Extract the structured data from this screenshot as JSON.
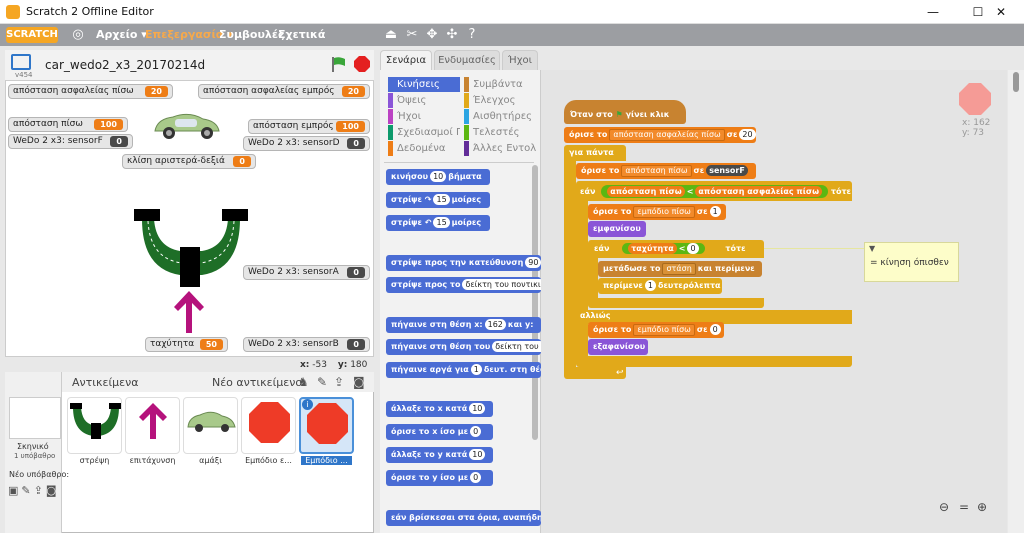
{
  "window": {
    "title": "Scratch 2 Offline Editor",
    "minimize": "—",
    "maximize": "☐",
    "close": "✕"
  },
  "menubar": {
    "logo": "SCRATCH",
    "file": "Αρχείο ▾",
    "edit": "Επεξεργασία ▾",
    "tips": "Συμβουλές",
    "about": "Σχετικά"
  },
  "stage_header": {
    "project_name": "car_wedo2_x3_20170214d",
    "version": "v454"
  },
  "monitors": [
    {
      "label": "απόσταση ασφαλείας πίσω",
      "value": "20",
      "kind": "or"
    },
    {
      "label": "απόσταση ασφαλείας εμπρός",
      "value": "20",
      "kind": "or"
    },
    {
      "label": "απόσταση πίσω",
      "value": "100",
      "kind": "or"
    },
    {
      "label": "απόσταση εμπρός",
      "value": "100",
      "kind": "or"
    },
    {
      "label": "WeDo 2 x3: sensorF",
      "value": "0",
      "kind": "dk"
    },
    {
      "label": "WeDo 2 x3: sensorD",
      "value": "0",
      "kind": "dk"
    },
    {
      "label": "κλίση αριστερά-δεξιά",
      "value": "0",
      "kind": "or"
    },
    {
      "label": "WeDo 2 x3: sensorA",
      "value": "0",
      "kind": "dk"
    },
    {
      "label": "ταχύτητα",
      "value": "50",
      "kind": "or"
    },
    {
      "label": "WeDo 2 x3: sensorB",
      "value": "0",
      "kind": "dk"
    }
  ],
  "coords": {
    "x_label": "x:",
    "x": "-53",
    "y_label": "y:",
    "y": "180"
  },
  "sprites_panel": {
    "title": "Αντικείμενα",
    "new_sprite": "Νέο αντικείμενο:",
    "stage_label": "Σκηνικό",
    "stage_sub": "1 υπόβαθρο",
    "new_backdrop": "Νέο υπόβαθρο:",
    "sprites": [
      "στρέψη",
      "επιτάχυνση",
      "αμάξι",
      "Εμπόδιο ε...",
      "Εμπόδιο ..."
    ]
  },
  "tabs": [
    "Σενάρια",
    "Ενδυμασίες",
    "Ήχοι"
  ],
  "categories": [
    {
      "label": "Κινήσεις",
      "color": "#4a6cd4"
    },
    {
      "label": "Συμβάντα",
      "color": "#c88330"
    },
    {
      "label": "Όψεις",
      "color": "#8a55d7"
    },
    {
      "label": "Έλεγχος",
      "color": "#e1a91a"
    },
    {
      "label": "Ήχοι",
      "color": "#bb42c3"
    },
    {
      "label": "Αισθητήρες",
      "color": "#2ca5e2"
    },
    {
      "label": "Σχεδιασμοί Πένα",
      "color": "#0e9a6c"
    },
    {
      "label": "Τελεστές",
      "color": "#5cb712"
    },
    {
      "label": "Δεδομένα",
      "color": "#ee7d16"
    },
    {
      "label": "Άλλες Εντολές",
      "color": "#632d99"
    }
  ],
  "palette_blocks": [
    {
      "pre": "κινήσου",
      "inp": "10",
      "post": "βήματα"
    },
    {
      "pre": "στρίψε ↷",
      "inp": "15",
      "post": "μοίρες"
    },
    {
      "pre": "στρίψε ↶",
      "inp": "15",
      "post": "μοίρες"
    },
    {
      "pre": "στρίψε προς την κατεύθυνση",
      "inp": "90",
      "post": ""
    },
    {
      "pre": "στρίψε προς το",
      "inp": "δείκτη του ποντικιού",
      "post": ""
    },
    {
      "pre": "πήγαινε στη θέση x:",
      "inp": "162",
      "post": "και y:"
    },
    {
      "pre": "πήγαινε στη θέση του",
      "inp": "δείκτη του ποντικιού",
      "post": ""
    },
    {
      "pre": "πήγαινε αργά για",
      "inp": "1",
      "post": "δευτ. στη θέση"
    },
    {
      "pre": "άλλαξε το x κατά",
      "inp": "10",
      "post": ""
    },
    {
      "pre": "όρισε το x ίσο με",
      "inp": "0",
      "post": ""
    },
    {
      "pre": "άλλαξε το y κατά",
      "inp": "10",
      "post": ""
    },
    {
      "pre": "όρισε το y ίσο με",
      "inp": "0",
      "post": ""
    },
    {
      "pre": "εάν βρίσκεσαι στα όρια, αναπήδησε",
      "inp": "",
      "post": ""
    }
  ],
  "script": {
    "hat": "Όταν στο",
    "hat_post": "γίνει κλικ",
    "set1_pre": "όρισε το",
    "set1_var": "απόσταση ασφαλείας πίσω",
    "set1_mid": "σε",
    "set1_val": "20",
    "forever": "για πάντα",
    "set2_pre": "όρισε το",
    "set2_var": "απόσταση πίσω",
    "set2_mid": "σε",
    "set2_rep": "sensorF",
    "if1": "εάν",
    "cond_left": "απόσταση πίσω",
    "lt": "<",
    "cond_right": "απόσταση ασφαλείας πίσω",
    "then": "τότε",
    "set3_pre": "όρισε το",
    "set3_var": "εμπόδιο πίσω",
    "set3_mid": "σε",
    "set3_val": "1",
    "show": "εμφανίσου",
    "if2": "εάν",
    "speed": "ταχύτητα",
    "lt2": "<",
    "speed_val": "0",
    "then2": "τότε",
    "broadcast_pre": "μετάδωσε το",
    "broadcast_msg": "στάση",
    "broadcast_post": "και περίμενε",
    "wait_pre": "περίμενε",
    "wait_val": "1",
    "wait_post": "δευτερόλεπτα",
    "else": "αλλιώς",
    "set4_pre": "όρισε το",
    "set4_var": "εμπόδιο πίσω",
    "set4_mid": "σε",
    "set4_val": "0",
    "hide": "εξαφανίσου"
  },
  "comment": {
    "text": "= κίνηση όπισθεν"
  },
  "sprite_info": {
    "x": "x: 162",
    "y": "y: 73"
  }
}
